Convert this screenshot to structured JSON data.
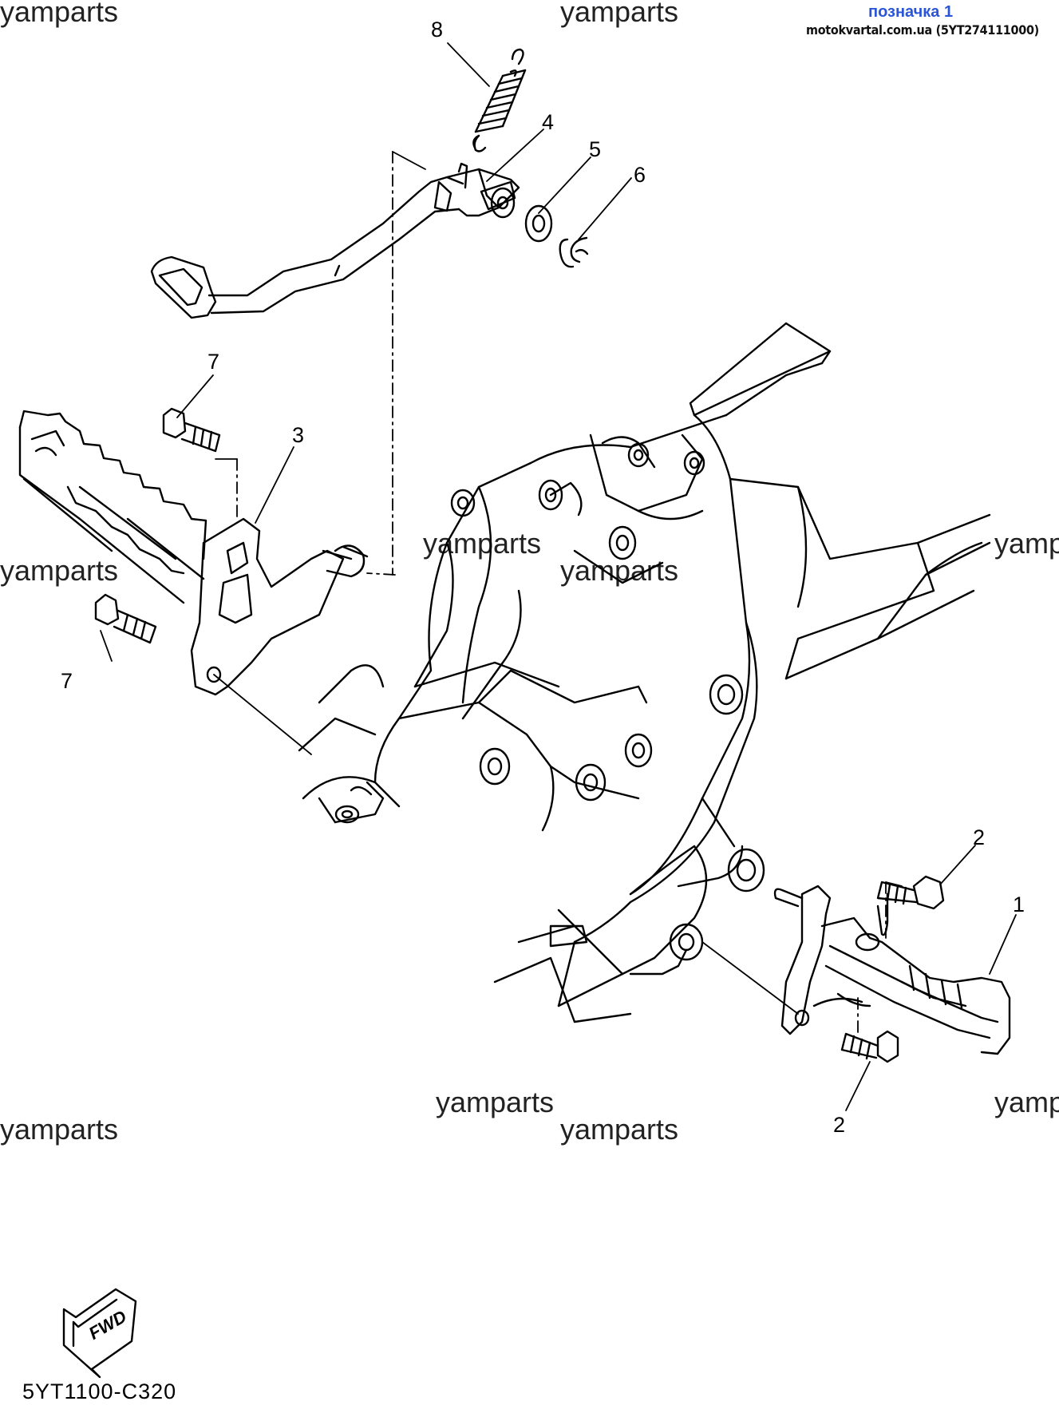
{
  "header": {
    "marker_title": "позначка 1",
    "marker_source": "motokvartal.com.ua (5YT274111000)"
  },
  "watermark": "yamparts",
  "watermark_partial": "yamp",
  "callouts": {
    "c1": "1",
    "c2a": "2",
    "c2b": "2",
    "c3": "3",
    "c4": "4",
    "c5": "5",
    "c6": "6",
    "c7a": "7",
    "c7b": "7",
    "c8": "8"
  },
  "fwd_label": "FWD",
  "diagram_code": "5YT1100-C320"
}
